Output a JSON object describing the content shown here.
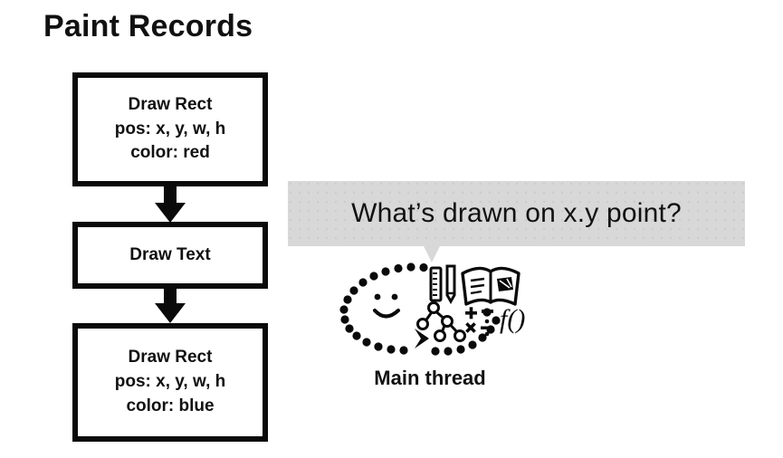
{
  "slide": {
    "title": "Paint Records",
    "background_color": "#ffffff",
    "ink_color": "#0a0a0a"
  },
  "records": [
    {
      "id": "box-1",
      "lines": [
        "Draw Rect",
        "pos: x, y, w, h",
        "color: red"
      ],
      "op": "Draw Rect",
      "pos": "pos: x, y, w, h",
      "color": "color: red"
    },
    {
      "id": "box-2",
      "lines": [
        "Draw Text"
      ],
      "op": "Draw Text",
      "pos": "",
      "color": ""
    },
    {
      "id": "box-3",
      "lines": [
        "Draw Rect",
        "pos: x, y, w, h",
        "color: blue"
      ],
      "op": "Draw Rect",
      "pos": "pos: x, y, w, h",
      "color": "color: blue"
    }
  ],
  "connectors": [
    {
      "id": "arrow-1",
      "icon": "down-arrow-icon",
      "from": "box-1",
      "to": "box-2"
    },
    {
      "id": "arrow-2",
      "icon": "down-arrow-icon",
      "from": "box-2",
      "to": "box-3"
    }
  ],
  "speech_bubble": {
    "text": "What’s drawn on x.y point?",
    "fill_color": "#d8d8d8",
    "text_color": "#111111",
    "tail": "down"
  },
  "thinker": {
    "caption": "Main thread",
    "icons": [
      "dotted-oval-icon",
      "smiley-face-icon",
      "ruler-icon",
      "pencil-icon",
      "open-book-icon",
      "node-tree-icon",
      "math-operators-icon",
      "function-notation-icon",
      "chevron-arrow-icon"
    ],
    "math_symbols": "+ − × ÷",
    "function_label": "f()"
  }
}
